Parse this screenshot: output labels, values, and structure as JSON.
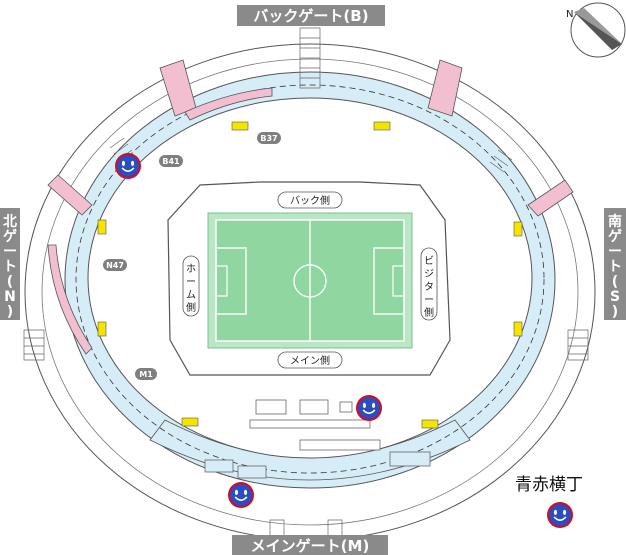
{
  "gates": {
    "back": "バックゲート(B)",
    "main": "メインゲート(M)",
    "north": [
      "北",
      "ゲ",
      "ー",
      "ト",
      "(",
      "N",
      ")"
    ],
    "south": [
      "南",
      "ゲ",
      "ー",
      "ト",
      "(",
      "S",
      ")"
    ]
  },
  "sides": {
    "back": "バック側",
    "main": "メイン側",
    "home": [
      "ホ",
      "ー",
      "ム",
      "側"
    ],
    "visitor": [
      "ビ",
      "ジ",
      "タ",
      "ー",
      "側"
    ]
  },
  "section_tags": [
    "B37",
    "B41",
    "N47",
    "M1"
  ],
  "compass": {
    "label": "N"
  },
  "legend": {
    "label": "青赤横丁"
  },
  "colors": {
    "concourse": "#d6ecf7",
    "ramp": "#f2bfd0",
    "toilet": "#f5e400",
    "pitch": "#8fd6a0",
    "gate_bg": "#8a8a8a",
    "tag_bg": "#7f7f7f",
    "marker_face": "#2a4ec2",
    "marker_ring": "#c8102e"
  },
  "icons": [
    "smiley-marker-icon",
    "compass-icon"
  ]
}
